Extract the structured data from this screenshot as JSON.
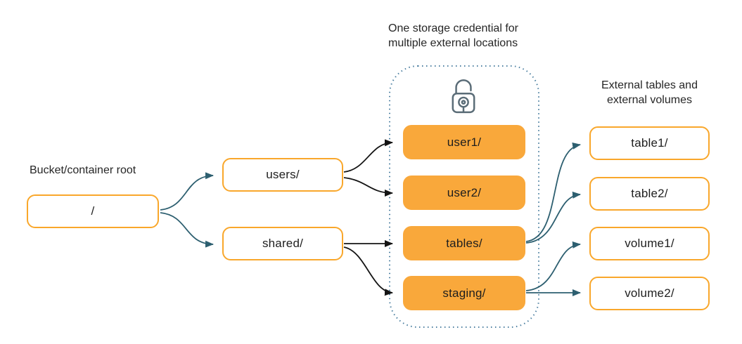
{
  "diagram_title": "One storage credential for multiple external locations",
  "captions": {
    "bucket_root": "Bucket/container root",
    "storage_credential": "One storage credential for\nmultiple external locations",
    "external_objects": "External tables and\nexternal volumes"
  },
  "nodes": {
    "root": "/",
    "users": "users/",
    "shared": "shared/",
    "user1": "user1/",
    "user2": "user2/",
    "tables": "tables/",
    "staging": "staging/",
    "table1": "table1/",
    "table2": "table2/",
    "volume1": "volume1/",
    "volume2": "volume2/"
  },
  "edges": [
    {
      "from": "root",
      "to": "users",
      "color": "teal"
    },
    {
      "from": "root",
      "to": "shared",
      "color": "teal"
    },
    {
      "from": "users",
      "to": "user1",
      "color": "black"
    },
    {
      "from": "users",
      "to": "user2",
      "color": "black"
    },
    {
      "from": "shared",
      "to": "tables",
      "color": "black"
    },
    {
      "from": "shared",
      "to": "staging",
      "color": "black"
    },
    {
      "from": "tables",
      "to": "table1",
      "color": "teal"
    },
    {
      "from": "tables",
      "to": "table2",
      "color": "teal"
    },
    {
      "from": "staging",
      "to": "volume1",
      "color": "teal"
    },
    {
      "from": "staging",
      "to": "volume2",
      "color": "teal"
    }
  ],
  "icons": {
    "lock": "lock-icon"
  },
  "colors": {
    "orange_fill": "#F9A83B",
    "orange_border": "#F9A72B",
    "arrow_teal": "#2D5F70",
    "arrow_black": "#141414",
    "dotted_border": "#4D80A1",
    "lock_icon": "#5A6C77",
    "label_text": "#1E1E1E",
    "caption_text": "#262626",
    "background": "#FFFFFF"
  }
}
